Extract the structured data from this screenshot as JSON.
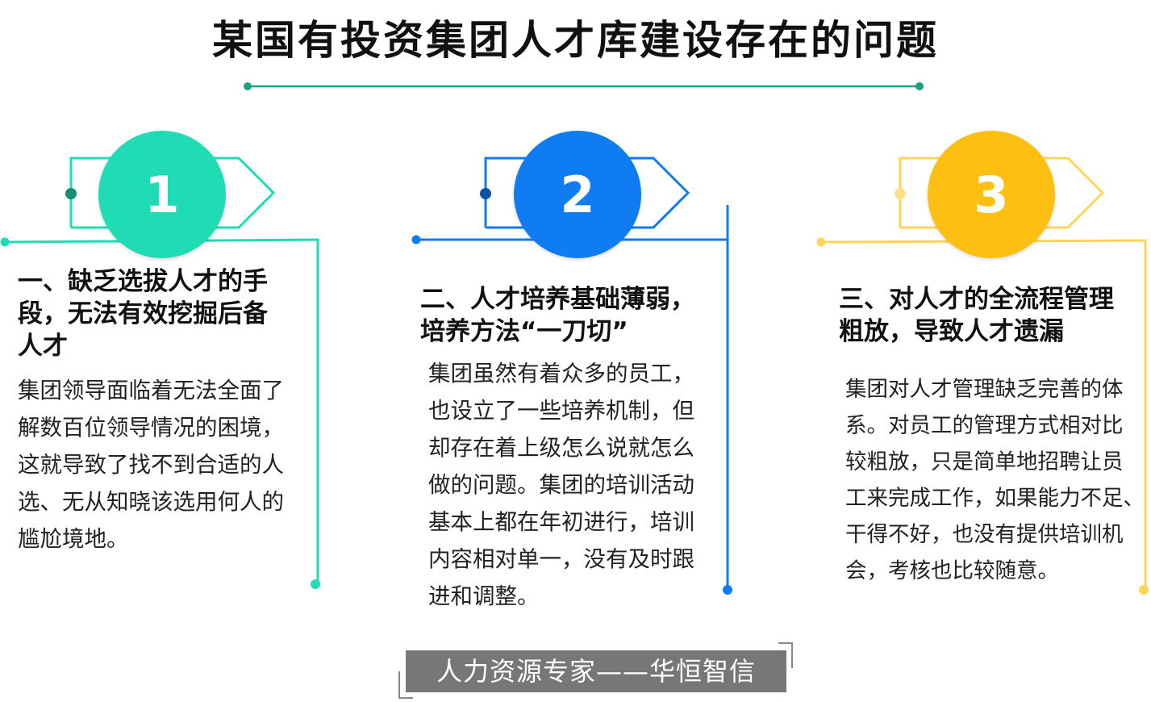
{
  "title": "某国有投资集团人才库建设存在的问题",
  "colors": {
    "teal": "#1fdcb5",
    "blue": "#0f7cf2",
    "yellow": "#fdc012",
    "yellow_line": "#ffd45a"
  },
  "items": [
    {
      "number": "1",
      "heading_lines": [
        "一、缺乏选拔人才的手",
        "段，无法有效挖掘后备",
        "人才"
      ],
      "body_lines": [
        "集团领导面临着无法全面了",
        "解数百位领导情况的困境，",
        "这就导致了找不到合适的人",
        "选、无从知晓该选用何人的",
        "尴尬境地。"
      ]
    },
    {
      "number": "2",
      "heading_lines": [
        "二、人才培养基础薄弱，",
        "培养方法“一刀切”"
      ],
      "body_lines": [
        "集团虽然有着众多的员工，",
        "也设立了一些培养机制，但",
        "却存在着上级怎么说就怎么",
        "做的问题。集团的培训活动",
        "基本上都在年初进行，培训",
        "内容相对单一，没有及时跟",
        "进和调整。"
      ]
    },
    {
      "number": "3",
      "heading_lines": [
        "三、对人才的全流程管理",
        "粗放，导致人才遗漏"
      ],
      "body_lines": [
        "集团对人才管理缺乏完善的体",
        "系。对员工的管理方式相对比",
        "较粗放，只是简单地招聘让员",
        "工来完成工作，如果能力不足、",
        "干得不好，也没有提供培训机",
        "会，考核也比较随意。"
      ]
    }
  ],
  "footer": "人力资源专家——华恒智信"
}
